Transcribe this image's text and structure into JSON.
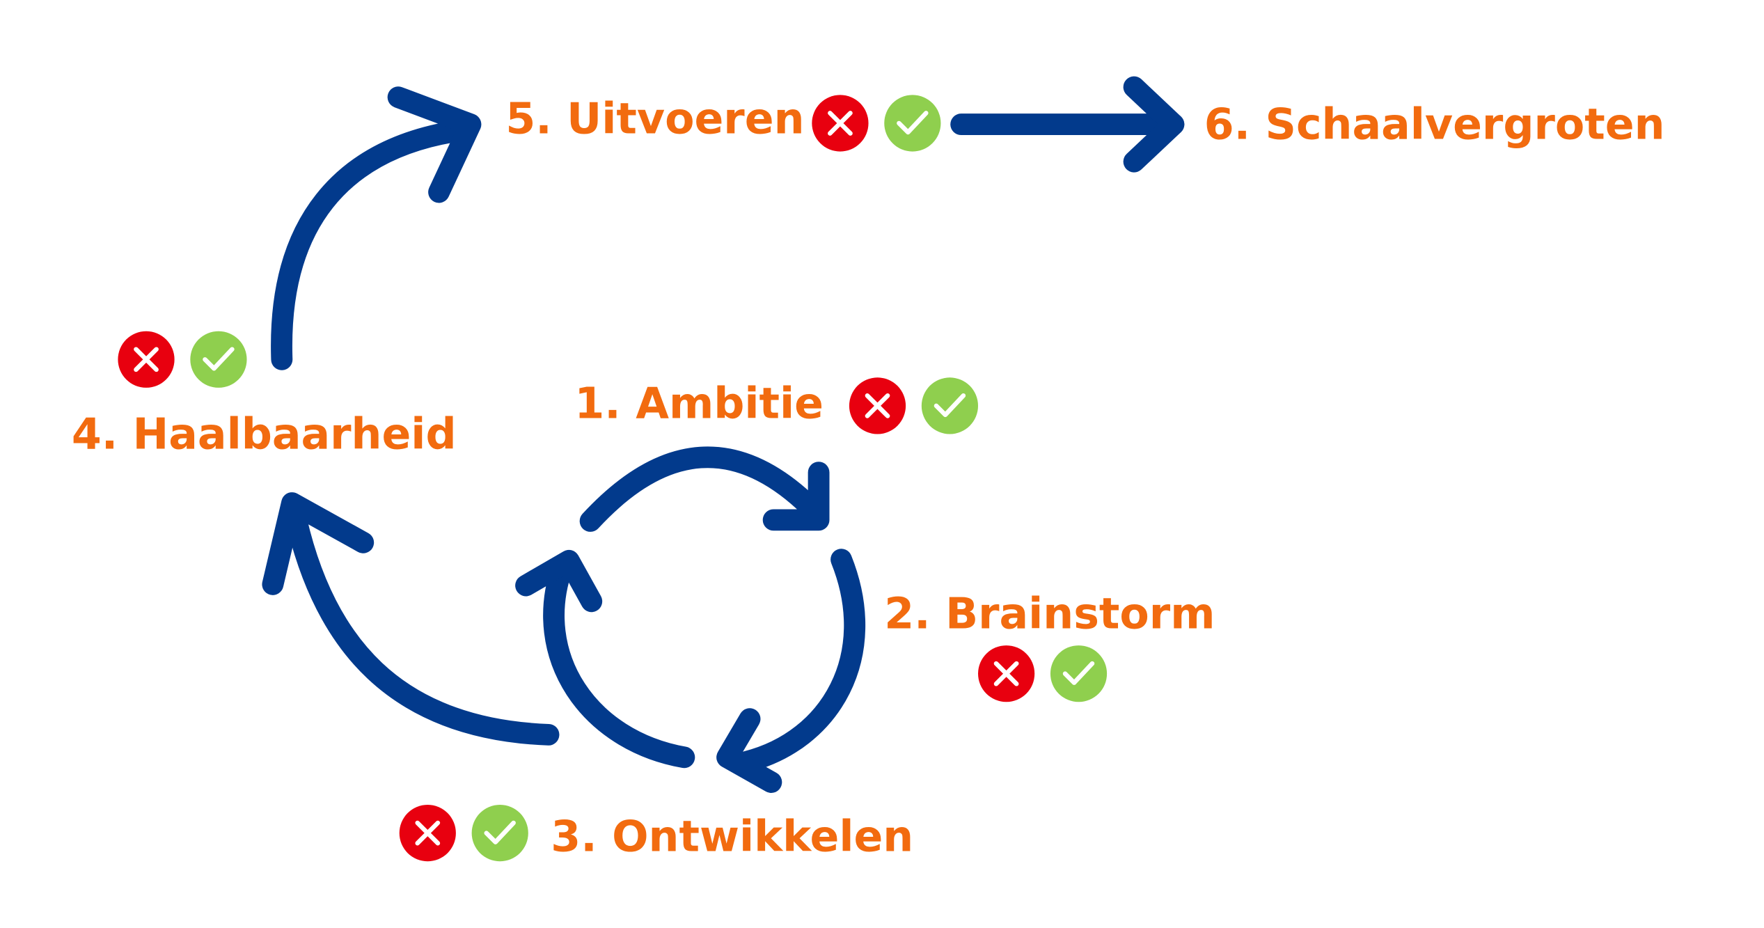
{
  "colors": {
    "label": "#F26B0F",
    "arrow": "#023A8C",
    "reject": "#E8000F",
    "approve": "#8FCF4E"
  },
  "steps": [
    {
      "label": "1. Ambitie"
    },
    {
      "label": "2. Brainstorm"
    },
    {
      "label": "3. Ontwikkelen"
    },
    {
      "label": "4. Haalbaarheid"
    },
    {
      "label": "5. Uitvoeren"
    },
    {
      "label": "6. Schaalvergroten"
    }
  ],
  "icons": {
    "reject": "x-circle-icon",
    "approve": "check-circle-icon"
  }
}
